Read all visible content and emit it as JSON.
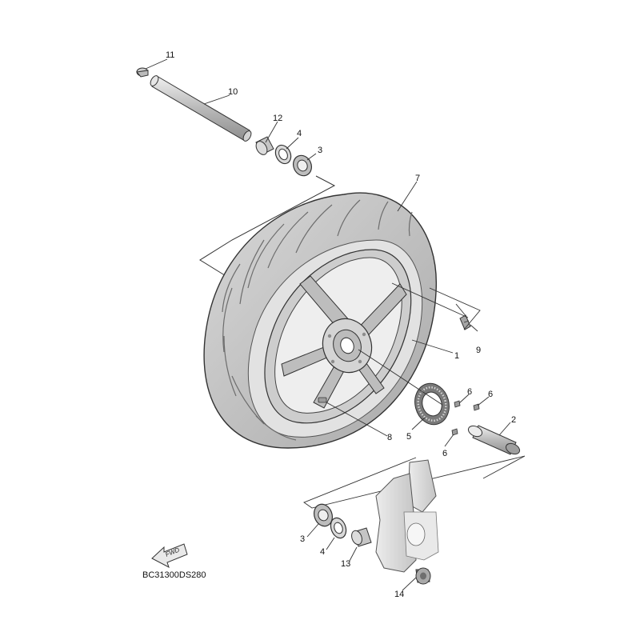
{
  "diagram": {
    "drawing_code": "BC31300DS280",
    "fwd_label": "FWD",
    "callouts": {
      "c11": "11",
      "c10": "10",
      "c12": "12",
      "c4_top": "4",
      "c3_top": "3",
      "c7": "7",
      "c9": "9",
      "c1": "1",
      "c6_a": "6",
      "c6_b": "6",
      "c2": "2",
      "c8": "8",
      "c5": "5",
      "c6_c": "6",
      "c3_bot": "3",
      "c4_bot": "4",
      "c13": "13",
      "c14": "14"
    }
  },
  "colors": {
    "line": "#2a2a2a",
    "tire": "#c9c9c9",
    "tire_dark": "#a8a8a8",
    "rim": "#d6d6d6",
    "part_light": "#e4e4e4",
    "part_mid": "#b5b5b5"
  }
}
